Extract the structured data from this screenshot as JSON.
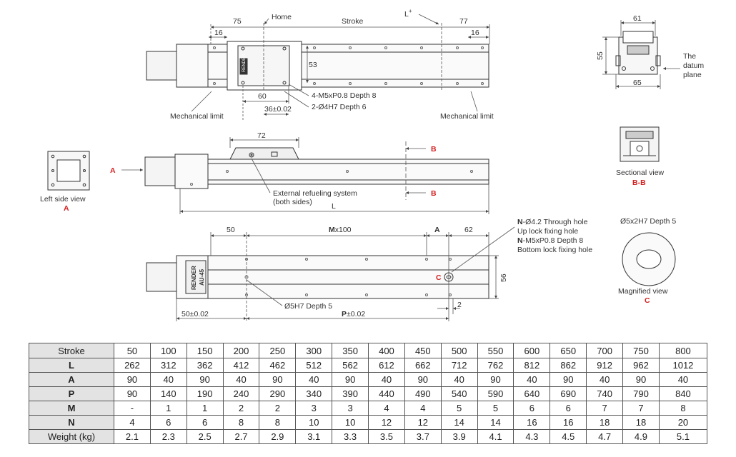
{
  "top_view": {
    "dim_75": "75",
    "home": "Home",
    "stroke": "Stroke",
    "l_plus": "L",
    "l_plus_sup": "+",
    "dim_77": "77",
    "dim_16_left": "16",
    "dim_16_right": "16",
    "dim_53": "53",
    "dim_60": "60",
    "dim_36": "36±0.02",
    "note_m5": "4-M5xP0.8 Depth 8",
    "note_d4": "2-Ø4H7 Depth 6",
    "mech_limit_left": "Mechanical limit",
    "mech_limit_right": "Mechanical limit",
    "brand": "RENDER"
  },
  "front_view": {
    "dim_72": "72",
    "refuel_line1": "External refueling system",
    "refuel_line2": "(both sides)",
    "dim_L": "L",
    "marker_A": "A",
    "marker_B1": "B",
    "marker_B2": "B"
  },
  "left_side_view": {
    "caption": "Left side view",
    "letter": "A"
  },
  "end_view": {
    "dim_61": "61",
    "dim_55": "55",
    "dim_65": "65",
    "datum_line1": "The",
    "datum_line2": "datum",
    "datum_line3": "plane"
  },
  "section_view": {
    "caption": "Sectional view",
    "letter": "B-B"
  },
  "bottom_view": {
    "dim_50": "50",
    "mx_bold": "M",
    "mx_rest": "x100",
    "dim_A": "A",
    "dim_62": "62",
    "dim_56": "56",
    "dim_2": "2",
    "dim_50_tol": "50±0.02",
    "p_bold": "P",
    "p_rest": "±0.02",
    "note_d5": "Ø5H7 Depth 5",
    "marker_C": "C",
    "label_render": "RENDER",
    "label_model": "AU-45",
    "note_n1_bold": "N",
    "note_n1_rest": "-Ø4.2 Through hole",
    "note_n2": "Up lock fixing hole",
    "note_n3_bold": "N",
    "note_n3_rest": "-M5xP0.8 Depth 8",
    "note_n4": "Bottom lock fixing hole"
  },
  "magnified_view": {
    "title": "Ø5x2H7 Depth 5",
    "caption": "Magnified view",
    "letter": "C"
  },
  "table": {
    "headers": [
      "Stroke",
      "L",
      "A",
      "P",
      "M",
      "N",
      "Weight (kg)"
    ],
    "rows": [
      [
        "50",
        "100",
        "150",
        "200",
        "250",
        "300",
        "350",
        "400",
        "450",
        "500",
        "550",
        "600",
        "650",
        "700",
        "750",
        "800"
      ],
      [
        "262",
        "312",
        "362",
        "412",
        "462",
        "512",
        "562",
        "612",
        "662",
        "712",
        "762",
        "812",
        "862",
        "912",
        "962",
        "1012"
      ],
      [
        "90",
        "40",
        "90",
        "40",
        "90",
        "40",
        "90",
        "40",
        "90",
        "40",
        "90",
        "40",
        "90",
        "40",
        "90",
        "40"
      ],
      [
        "90",
        "140",
        "190",
        "240",
        "290",
        "340",
        "390",
        "440",
        "490",
        "540",
        "590",
        "640",
        "690",
        "740",
        "790",
        "840"
      ],
      [
        "-",
        "1",
        "1",
        "2",
        "2",
        "3",
        "3",
        "4",
        "4",
        "5",
        "5",
        "6",
        "6",
        "7",
        "7",
        "8"
      ],
      [
        "4",
        "6",
        "6",
        "8",
        "8",
        "10",
        "10",
        "12",
        "12",
        "14",
        "14",
        "16",
        "16",
        "18",
        "18",
        "20"
      ],
      [
        "2.1",
        "2.3",
        "2.5",
        "2.7",
        "2.9",
        "3.1",
        "3.3",
        "3.5",
        "3.7",
        "3.9",
        "4.1",
        "4.3",
        "4.5",
        "4.7",
        "4.9",
        "5.1"
      ]
    ]
  },
  "colors": {
    "line": "#333333",
    "dim": "#555555",
    "accent_red": "#d42020",
    "fill_light": "#f3f3f3",
    "fill_dark": "#d9d9d9"
  }
}
